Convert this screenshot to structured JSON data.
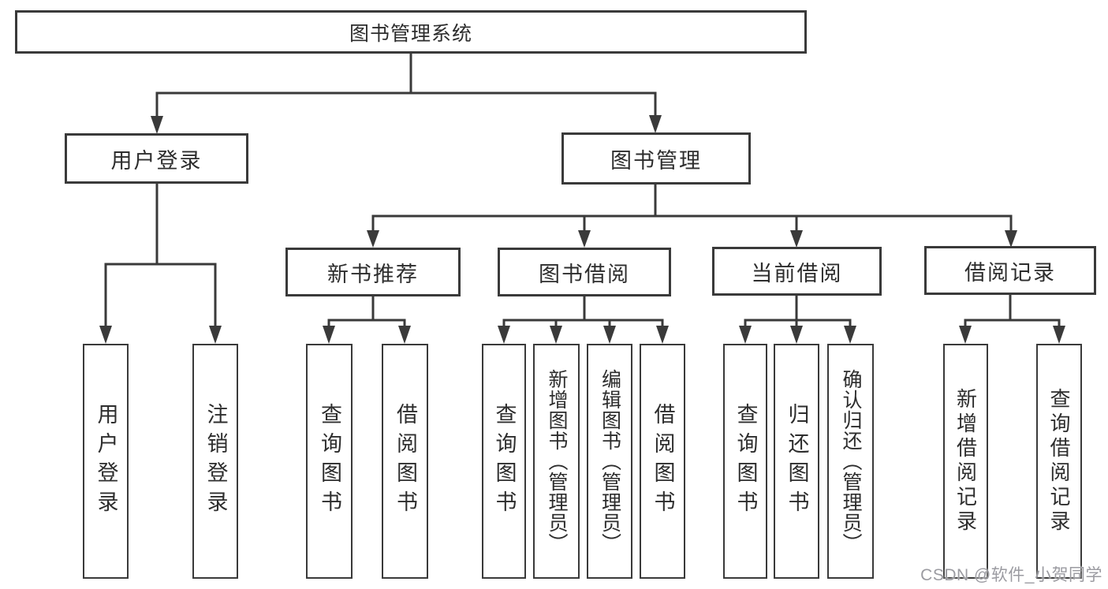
{
  "diagram": {
    "root": {
      "label": "图书管理系统"
    },
    "branches": {
      "user_login": {
        "label": "用户登录",
        "children": {
          "login": "用户登录",
          "logout": "注销登录"
        }
      },
      "book_mgmt": {
        "label": "图书管理",
        "sections": {
          "new_books": {
            "label": "新书推荐",
            "children": {
              "query": "查询图书",
              "borrow": "借阅图书"
            }
          },
          "borrowing": {
            "label": "图书借阅",
            "children": {
              "query": "查询图书",
              "add": "新增图书（管理员）",
              "edit": "编辑图书（管理员）",
              "borrow": "借阅图书"
            }
          },
          "current": {
            "label": "当前借阅",
            "children": {
              "query": "查询图书",
              "return": "归还图书",
              "confirm": "确认归还（管理员）"
            }
          },
          "records": {
            "label": "借阅记录",
            "children": {
              "add": "新增借阅记录",
              "query": "查询借阅记录"
            }
          }
        }
      }
    }
  },
  "watermark": {
    "text": "CSDN @软件_小贺同学"
  },
  "colors": {
    "line": "#3a3a3a",
    "text": "#2d2d2d",
    "watermark": "#9b9ba1",
    "background": "#ffffff"
  }
}
